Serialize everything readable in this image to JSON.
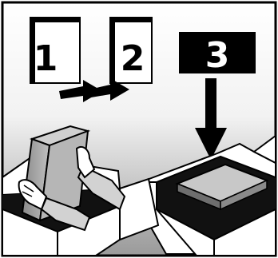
{
  "steps": [
    {
      "label": "1"
    },
    {
      "label": "2"
    },
    {
      "label": "3"
    }
  ],
  "colors": {
    "ink": "#000000",
    "paper": "#ffffff",
    "gradient_top": "#ffffff",
    "gradient_bottom": "#9a9a9a",
    "sleeve": "#d2d2d2",
    "box_top": "#c8c8c8",
    "box_side": "#6e6e6e",
    "stack_front": "#8a8a8a"
  }
}
